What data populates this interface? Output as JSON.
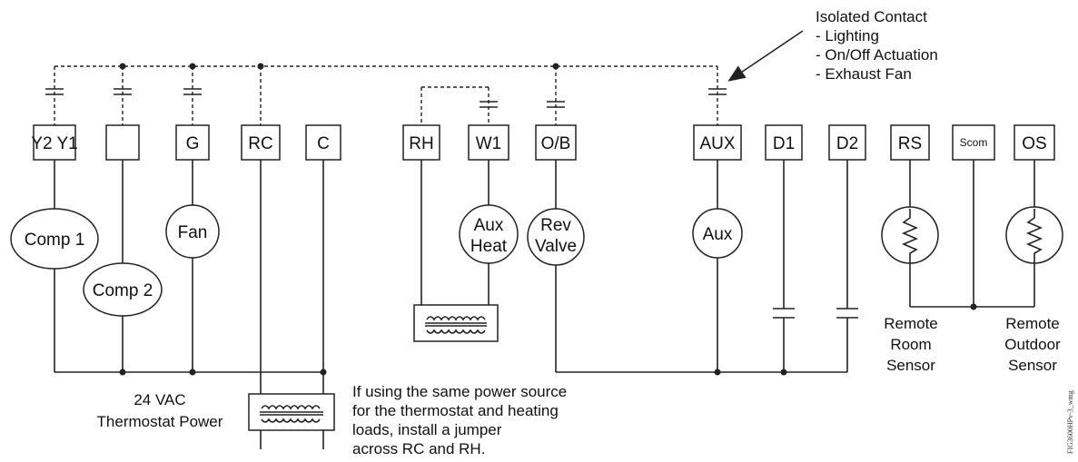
{
  "terminals": {
    "y2y1": "Y2 Y1",
    "blank": "",
    "g": "G",
    "rc": "RC",
    "c": "C",
    "rh": "RH",
    "w1": "W1",
    "ob": "O/B",
    "aux": "AUX",
    "d1": "D1",
    "d2": "D2",
    "rs": "RS",
    "scom": "Scom",
    "os": "OS"
  },
  "loads": {
    "comp1": "Comp 1",
    "comp2": "Comp 2",
    "fan": "Fan",
    "aux_heat": [
      "Aux",
      "Heat"
    ],
    "rev_valve": [
      "Rev",
      "Valve"
    ],
    "aux": "Aux"
  },
  "labels": {
    "thermostat_power": [
      "24 VAC",
      "Thermostat Power"
    ],
    "jumper_note": [
      "If using the same power source",
      "for the thermostat and heating",
      "loads, install a jumper",
      "across RC and RH."
    ],
    "isolated_contact": [
      "Isolated Contact",
      "- Lighting",
      "- On/Off Actuation",
      "- Exhaust Fan"
    ],
    "remote_room_sensor": [
      "Remote",
      "Room",
      "Sensor"
    ],
    "remote_outdoor_sensor": [
      "Remote",
      "Outdoor",
      "Sensor"
    ],
    "figure_id": "FIG3600HPv-3_wmg"
  }
}
